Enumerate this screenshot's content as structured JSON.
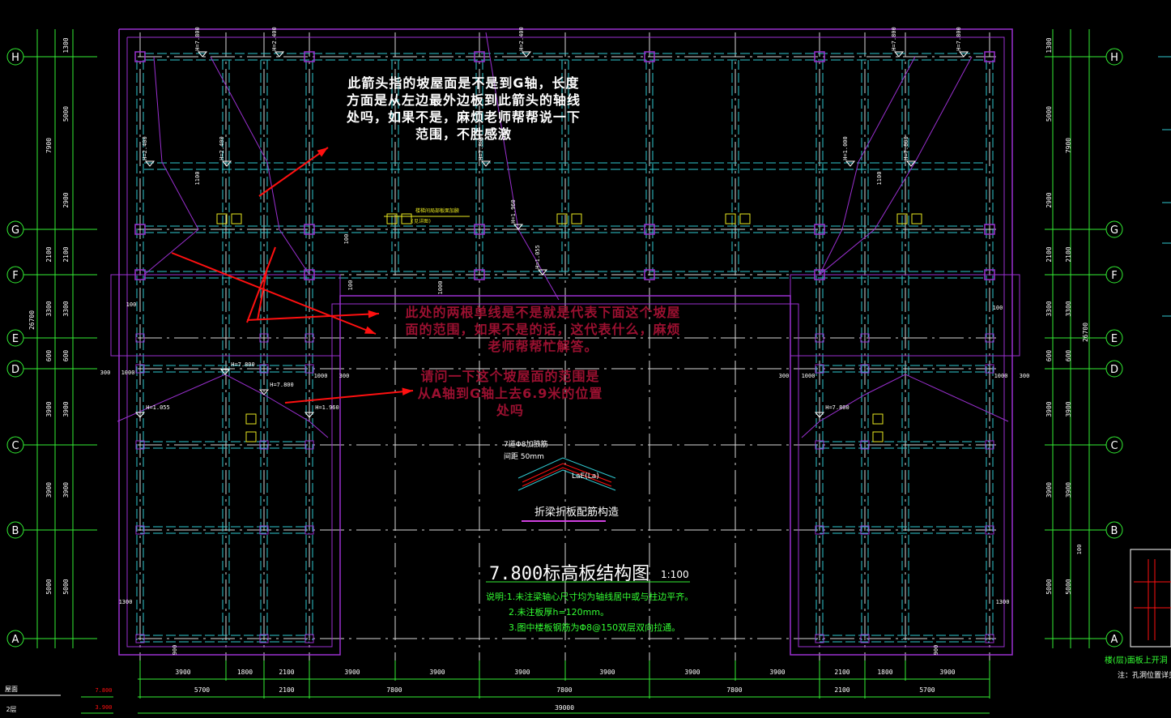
{
  "drawing": {
    "axes_rows": [
      "H",
      "G",
      "F",
      "E",
      "D",
      "C",
      "B",
      "A"
    ],
    "left_dims_inner": [
      "1300",
      "5000",
      "2900",
      "2100",
      "3300",
      "600",
      "3900",
      "3900",
      "5000"
    ],
    "left_dims_middle": [
      "7900",
      "2100",
      "3300",
      "600",
      "3900",
      "3900",
      "5000"
    ],
    "left_total": "26700",
    "right_dims_inner": [
      "1300",
      "5000",
      "2900",
      "2100",
      "3300",
      "600",
      "3900",
      "3900",
      "5000"
    ],
    "right_dims_middle": [
      "7900",
      "2100",
      "3300",
      "600",
      "3900",
      "3900",
      "5000"
    ],
    "right_total": "26700",
    "bottom_dims_row1": [
      "3900",
      "1800",
      "2100",
      "3900",
      "3900",
      "3900",
      "3900",
      "3900",
      "3900",
      "2100",
      "1800",
      "3900"
    ],
    "bottom_dims_row2": [
      "5700",
      "2100",
      "7800",
      "7800",
      "7800",
      "2100",
      "5700"
    ],
    "bottom_total": "39000",
    "elevations": [
      "H=7.800",
      "H=2.400",
      "H=2.400",
      "H=7.800",
      "H=7.800",
      "H=2.400",
      "H=2.400",
      "H=7.800",
      "H=1.000",
      "H=7.800",
      "H=1.960",
      "H=1.055",
      "H=7.800",
      "H=7.800",
      "H=1.055",
      "H=1.960",
      "H=7.800"
    ],
    "small_dims": [
      "1100",
      "1100",
      "100",
      "100",
      "1000",
      "100",
      "100",
      "300",
      "1000",
      "1000",
      "300",
      "300",
      "1000",
      "1000",
      "300",
      "1300",
      "1300",
      "900",
      "900",
      "100"
    ],
    "beam_label": [
      "楼梯间局部板面加腋",
      "(见详图)"
    ],
    "elevation_marks": [
      "7.800",
      "3.900"
    ],
    "legend_rows": [
      "屋面",
      "2层"
    ]
  },
  "annotations": {
    "question1": [
      "此箭头指的坡屋面是不是到G轴，长度",
      "方面是从左边最外边板到此箭头的轴线",
      "处吗，如果不是，麻烦老师帮帮说一下",
      "范围，不胜感激"
    ],
    "question2": [
      "此处的两根单线是不是就是代表下面这个坡屋",
      "面的范围，如果不是的话，这代表什么，麻烦",
      "老师帮帮忙解答。"
    ],
    "question3": [
      "请问一下这个坡屋面的范围是",
      "从A轴到G轴上去6.9米的位置",
      "处吗"
    ]
  },
  "detail": {
    "rebar_note": "7道Φ8加腋筋",
    "spacing": "间距 50mm",
    "anchor": "LaE(La)",
    "caption": "折梁折板配筋构造"
  },
  "title_block": {
    "title": "7.800标高板结构图",
    "scale": "1:100",
    "notes": [
      "说明:1.未注梁轴心尺寸均为轴线居中或与柱边平齐。",
      "2.未注板厚h=120mm。",
      "3.图中楼板钢筋为Φ8@150双层双向拉通。"
    ]
  },
  "right_panel": {
    "caption": "楼(层)面板上开洞",
    "note": "注：孔洞位置详见"
  },
  "colors": {
    "axis": "#33ee33",
    "outline": "#9a30d0",
    "beam": "#30c8d0",
    "grid": "#d8d8d8",
    "red": "#ff1010",
    "annotation_red": "#9a1030",
    "yellow": "#e8e820"
  }
}
